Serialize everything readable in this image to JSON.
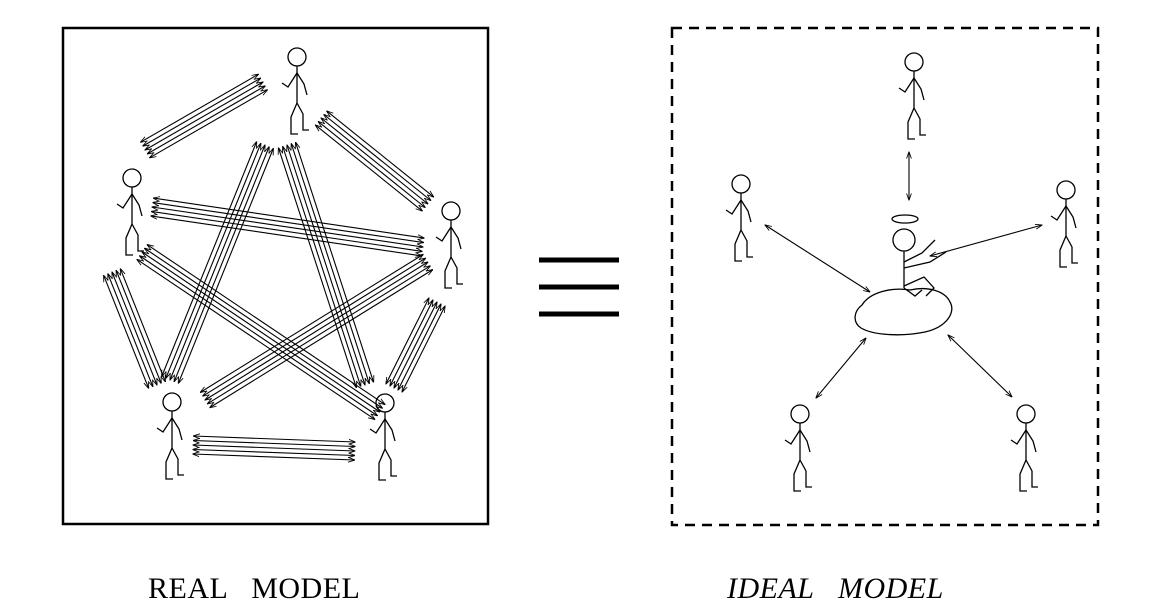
{
  "real_model": {
    "label": "REAL   MODEL"
  },
  "ideal_model": {
    "label": "IDEAL   MODEL"
  },
  "equivalence_symbol": "triple-bar-equivalence"
}
